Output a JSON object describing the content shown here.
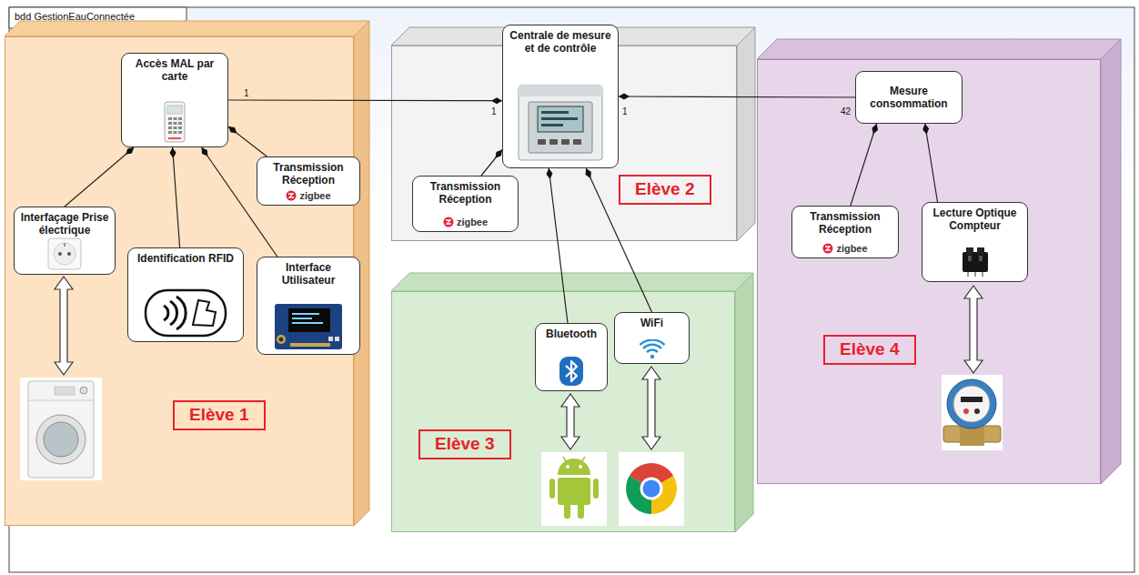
{
  "diagram": {
    "title": "bdd GestionEauConnectée",
    "nodes": [
      {
        "text": [
          "Elève 1"
        ]
      },
      {
        "text": [
          "Accès MAL par carte"
        ],
        "in": 0
      },
      {
        "text": [
          "Transmission Réception",
          "zigbee"
        ],
        "in": 0
      },
      {
        "text": [
          "Interfaçage Prise électrique"
        ],
        "in": 0
      },
      {
        "text": [
          "Identification RFID"
        ],
        "in": 0
      },
      {
        "text": [
          "Interface Utilisateur"
        ],
        "in": 0
      },
      {
        "text": [
          "Elève 2"
        ]
      },
      {
        "text": [
          "Centrale de mesure et de contrôle"
        ],
        "in": 6
      },
      {
        "text": [
          "Transmission Réception",
          "zigbee"
        ],
        "in": 6
      },
      {
        "text": [
          "Elève 3"
        ]
      },
      {
        "text": [
          "Bluetooth"
        ],
        "in": 9
      },
      {
        "text": [
          "WiFi"
        ],
        "in": 9
      },
      {
        "text": [
          "Elève 4"
        ]
      },
      {
        "text": [
          "Mesure consommation"
        ],
        "in": 12
      },
      {
        "text": [
          "Transmission Réception",
          "zigbee"
        ],
        "in": 12
      },
      {
        "text": [
          "Lecture Optique Compteur"
        ],
        "in": 12
      }
    ],
    "edges": [
      {
        "from": 1,
        "to": 7,
        "arrow": "to"
      },
      {
        "from": 13,
        "to": 7,
        "arrow": "to"
      },
      {
        "from": 3,
        "to": 1,
        "arrow": "to"
      },
      {
        "from": 4,
        "to": 1,
        "arrow": "to"
      },
      {
        "from": 5,
        "to": 1,
        "arrow": "to"
      },
      {
        "from": 2,
        "to": 1,
        "arrow": "to"
      },
      {
        "from": 8,
        "to": 7,
        "arrow": "to"
      },
      {
        "from": 10,
        "to": 7,
        "arrow": "to"
      },
      {
        "from": 11,
        "to": 7,
        "arrow": "to"
      },
      {
        "from": 14,
        "to": 13,
        "arrow": "to"
      },
      {
        "from": 15,
        "to": 13,
        "arrow": "to"
      }
    ],
    "labels": [
      "1",
      "1",
      "1",
      "42"
    ]
  }
}
